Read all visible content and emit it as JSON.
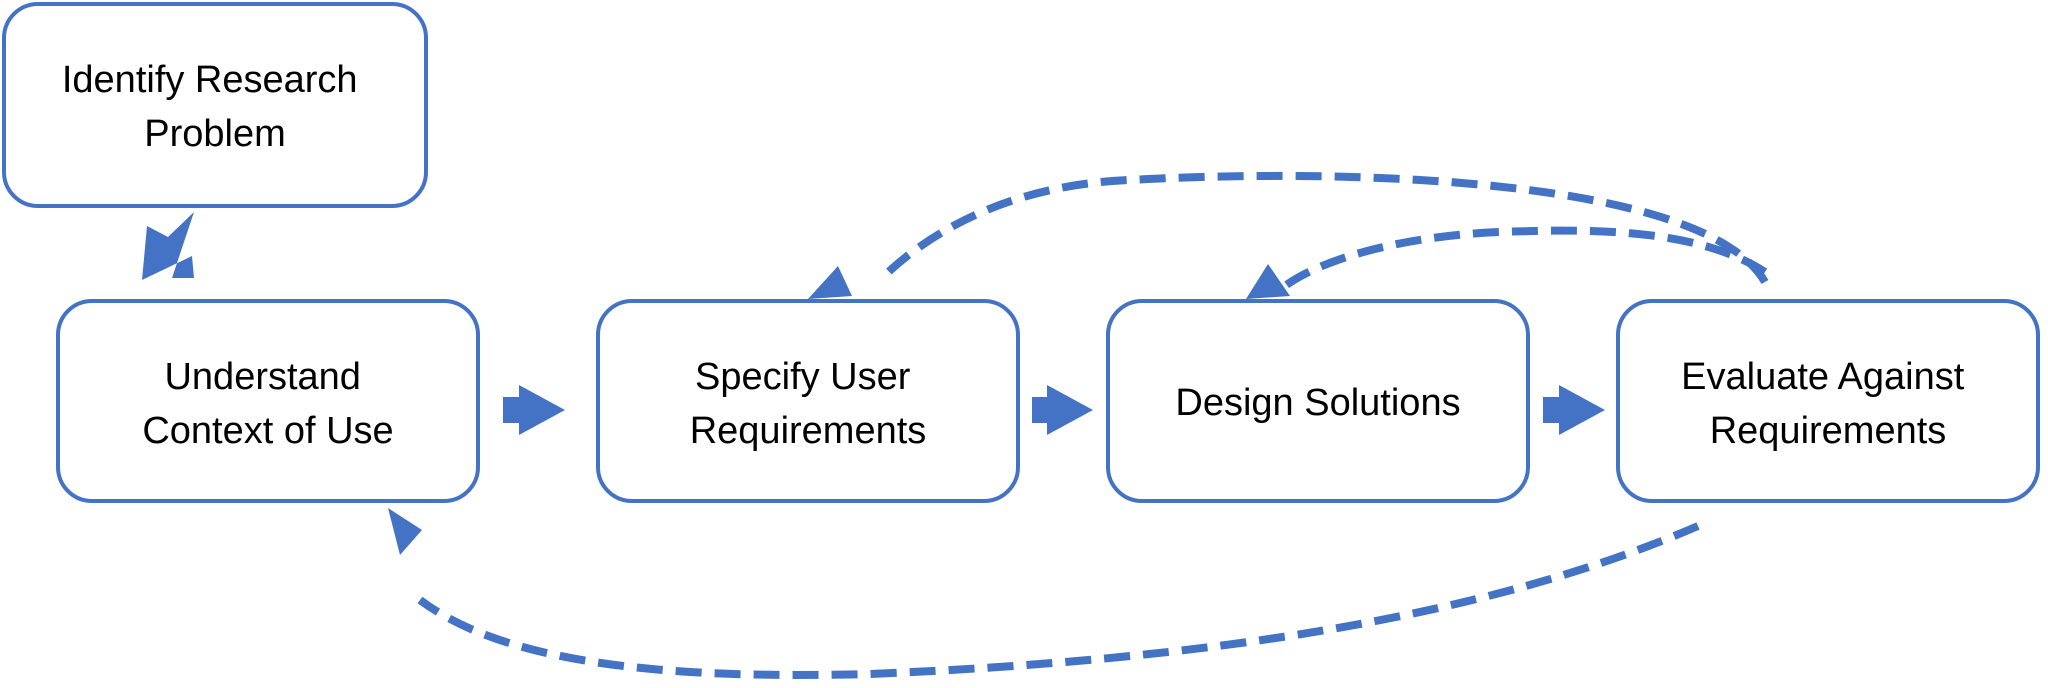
{
  "diagram": {
    "accent_color": "#4472C4",
    "nodes": [
      {
        "id": "identify",
        "lines": [
          "Identify Research",
          "Problem"
        ]
      },
      {
        "id": "understand",
        "lines": [
          "Understand",
          "Context of Use"
        ]
      },
      {
        "id": "specify",
        "lines": [
          "Specify User",
          "Requirements"
        ]
      },
      {
        "id": "design",
        "lines": [
          "Design Solutions"
        ]
      },
      {
        "id": "evaluate",
        "lines": [
          "Evaluate Against",
          "Requirements"
        ]
      }
    ],
    "edges": [
      {
        "from": "identify",
        "to": "understand",
        "style": "solid"
      },
      {
        "from": "understand",
        "to": "specify",
        "style": "solid"
      },
      {
        "from": "specify",
        "to": "design",
        "style": "solid"
      },
      {
        "from": "design",
        "to": "evaluate",
        "style": "solid"
      },
      {
        "from": "evaluate",
        "to": "specify",
        "style": "dashed"
      },
      {
        "from": "evaluate",
        "to": "design",
        "style": "dashed"
      },
      {
        "from": "evaluate",
        "to": "understand",
        "style": "dashed"
      }
    ]
  }
}
